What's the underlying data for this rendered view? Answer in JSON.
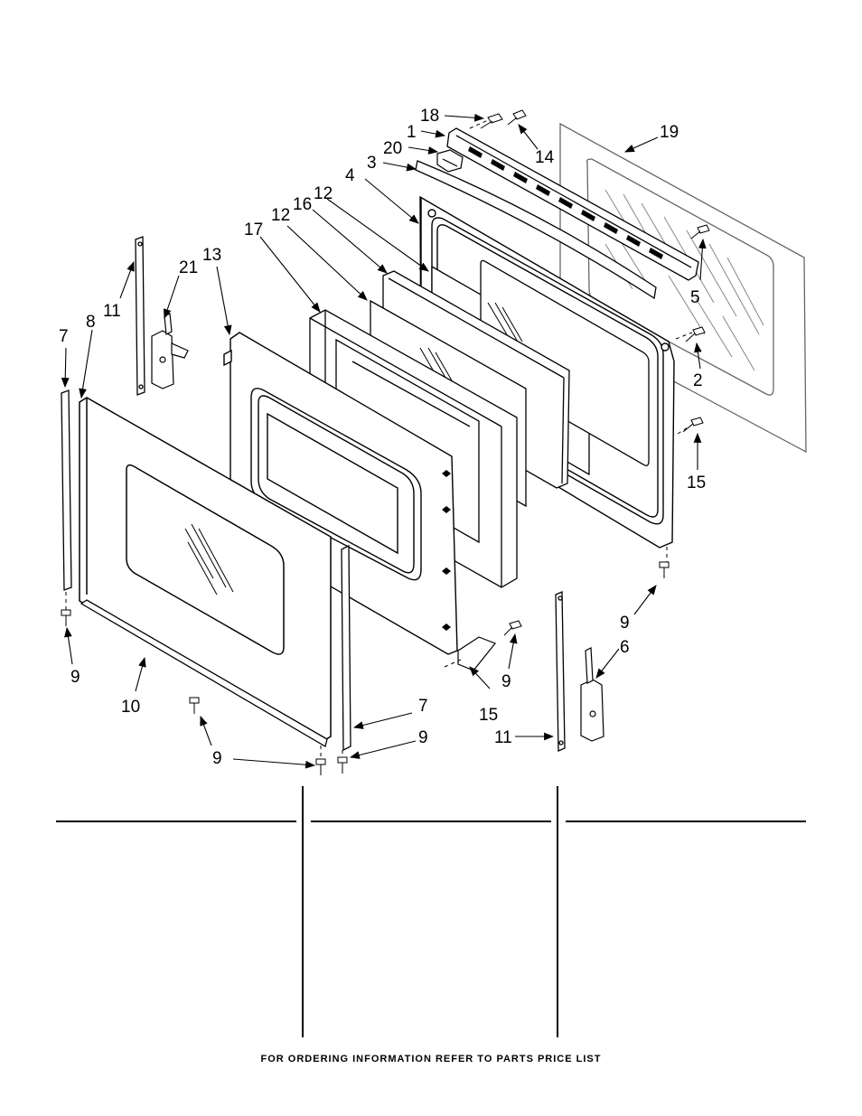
{
  "callouts": {
    "c1": "1",
    "c2": "2",
    "c3": "3",
    "c4": "4",
    "c5": "5",
    "c6": "6",
    "c7a": "7",
    "c7b": "7",
    "c8": "8",
    "c9a": "9",
    "c9b": "9",
    "c9c": "9",
    "c9d": "9",
    "c9e": "9",
    "c10": "10",
    "c11a": "11",
    "c11b": "11",
    "c12a": "12",
    "c12b": "12",
    "c13": "13",
    "c14": "14",
    "c15a": "15",
    "c15b": "15",
    "c16": "16",
    "c17": "17",
    "c18": "18",
    "c19": "19",
    "c20": "20",
    "c21": "21"
  },
  "footer": {
    "text": "FOR ORDERING INFORMATION REFER TO PARTS PRICE LIST"
  },
  "colors": {
    "line": "#000000",
    "background": "#ffffff",
    "hatch": "#555555"
  }
}
